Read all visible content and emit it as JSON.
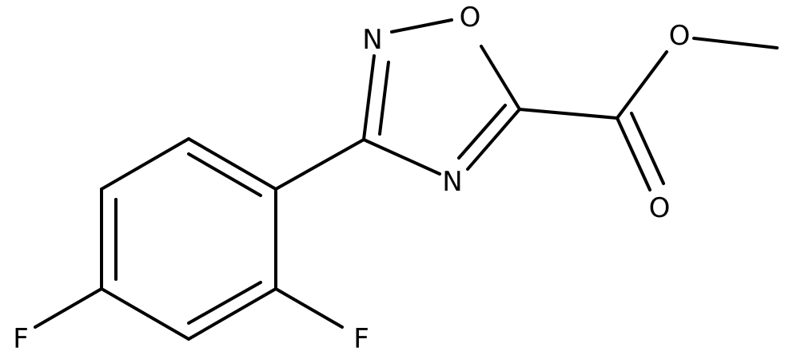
{
  "structure": {
    "atoms": {
      "n_top": "N",
      "o_ring": "O",
      "n_bottom": "N",
      "o_ester": "O",
      "o_carbonyl": "O",
      "f_para": "F",
      "f_ortho": "F"
    },
    "colors": {
      "bond": "#000000",
      "label": "#000000",
      "background": "#ffffff"
    }
  }
}
